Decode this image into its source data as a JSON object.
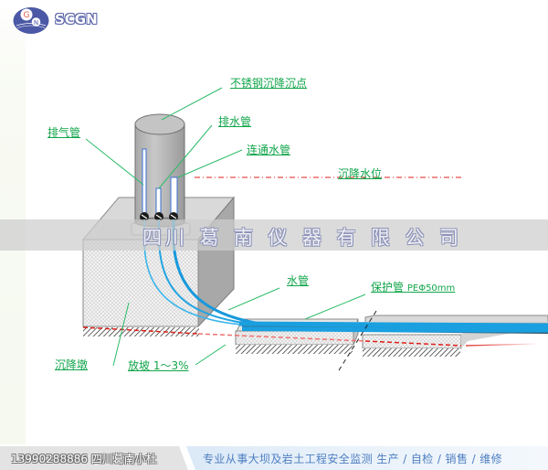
{
  "brand": {
    "logo_letters": [
      "G",
      "N"
    ],
    "name": "SCGN",
    "colors": {
      "logo_blue": "#4b58a6",
      "logo_red": "#e05a4e"
    }
  },
  "diagram": {
    "labels": {
      "stainless_point": "不锈钢沉降沉点",
      "drain_pipe": "排水管",
      "vent_pipe": "排气管",
      "connect_pipe": "连通水管",
      "water_level": "沉降水位",
      "water_pipe": "水管",
      "protect_pipe": "保护管",
      "protect_pipe_spec": "PEΦ50mm",
      "pier": "沉降墩",
      "slope": "放坡",
      "slope_value": "1～3%"
    },
    "colors": {
      "label_green": "#11a54a",
      "leader_green": "#2dbb6a",
      "water_level_red": "#e0201a",
      "pipe_blue": "#1aa0e0"
    }
  },
  "watermark": {
    "chars": [
      "四",
      "川",
      "葛",
      "南",
      "仪",
      "器",
      "有",
      "限",
      "公",
      "司"
    ]
  },
  "footer": {
    "contact": "13990288886  四川葛南小杜",
    "slogan": "专业从事大坝及岩土工程安全监测 生产 / 自检 / 销售 / 维修"
  }
}
